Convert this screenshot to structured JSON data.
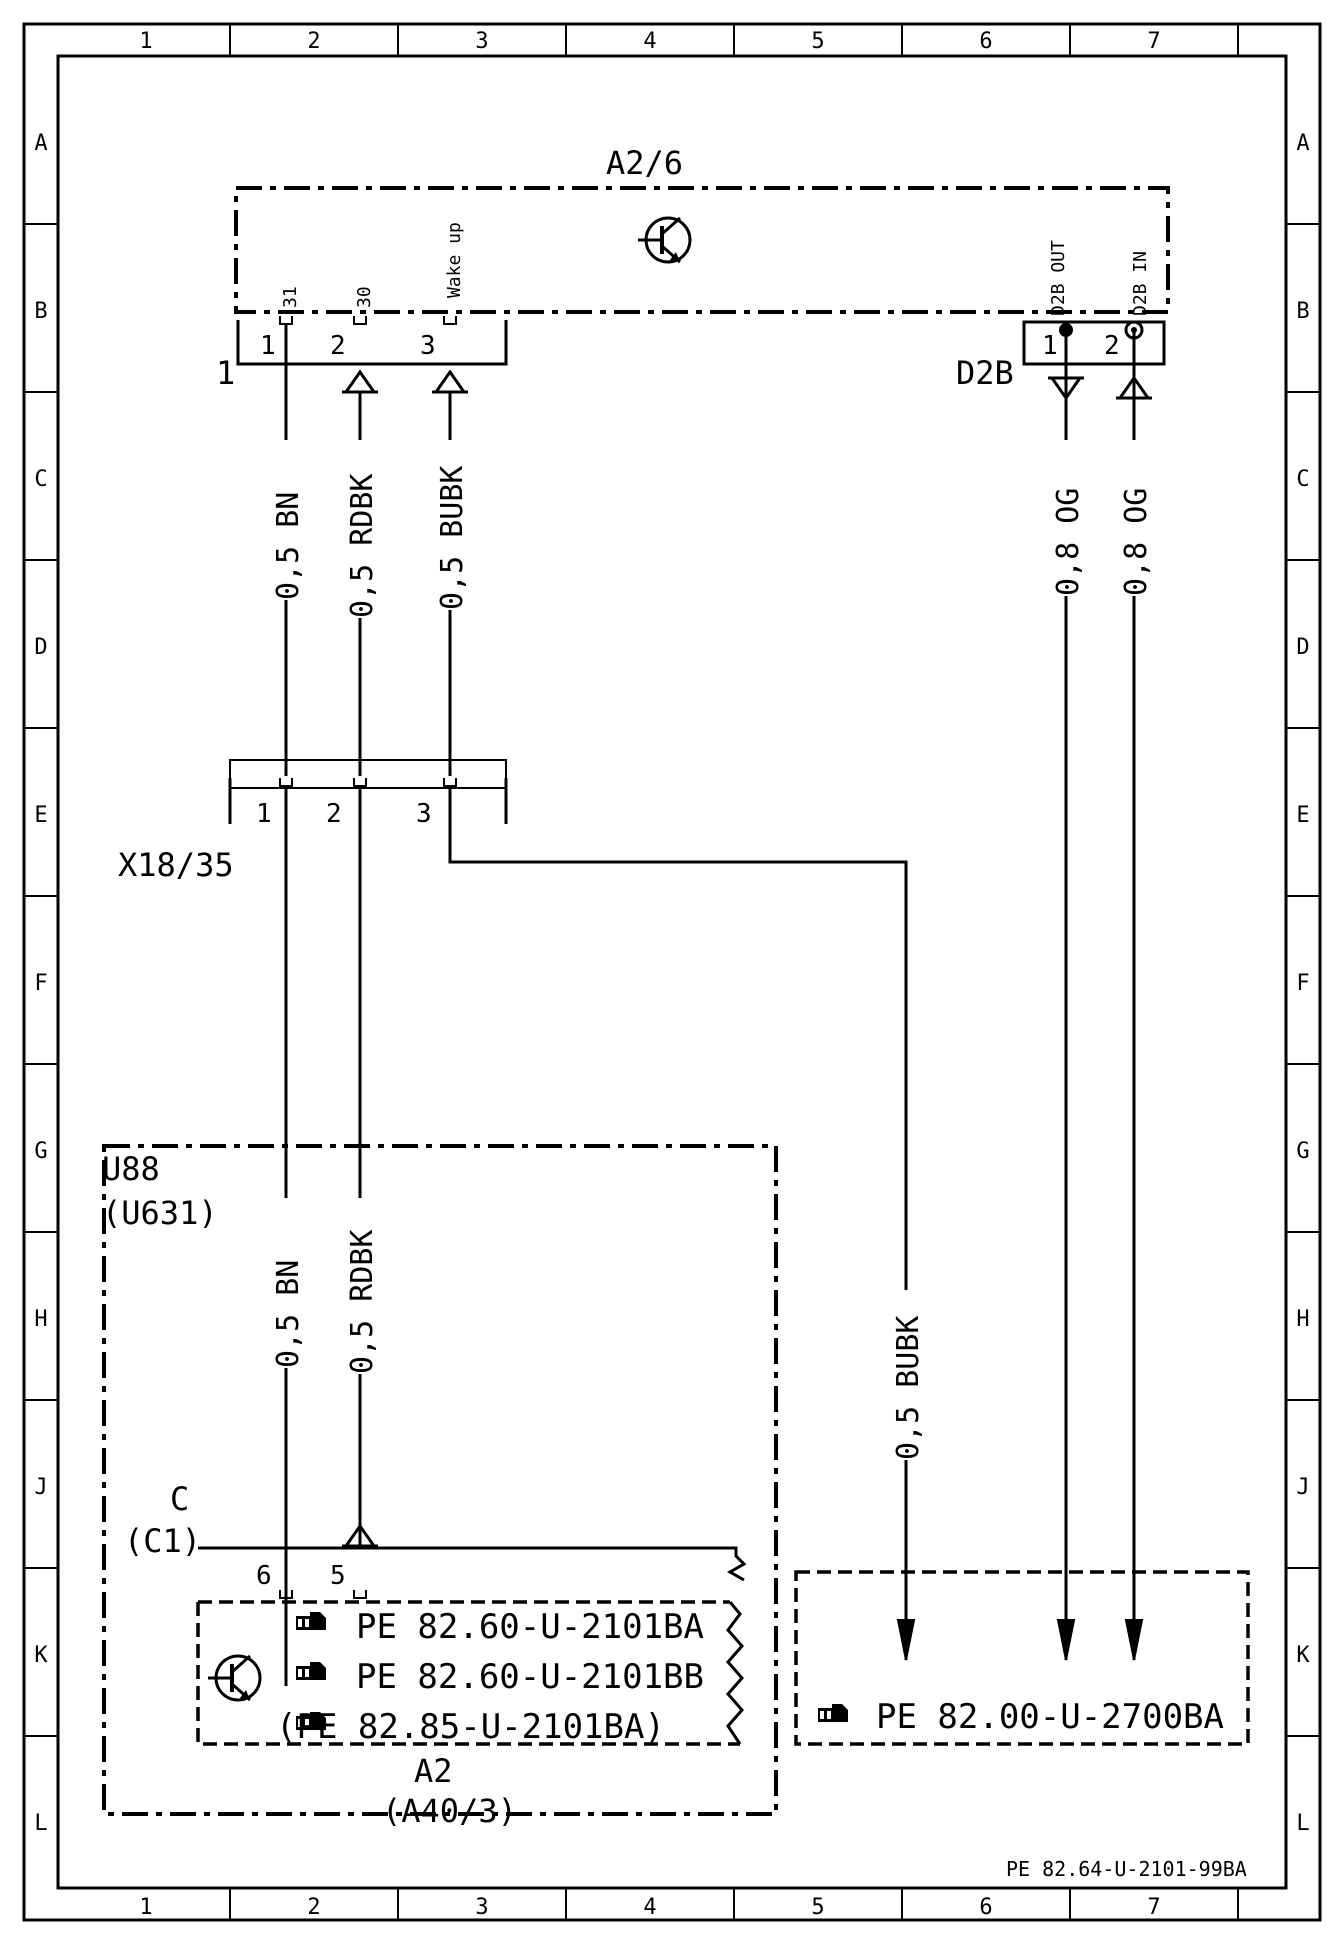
{
  "grid": {
    "columns": [
      "1",
      "2",
      "3",
      "4",
      "5",
      "6",
      "7"
    ],
    "rows": [
      "A",
      "B",
      "C",
      "D",
      "E",
      "F",
      "G",
      "H",
      "J",
      "K",
      "L"
    ]
  },
  "module_top": {
    "title": "A2/6",
    "pin_labels": [
      "31",
      "30",
      "Wake up"
    ],
    "connector_name": "1",
    "pins": [
      "1",
      "2",
      "3"
    ],
    "d2b_labels": [
      "D2B OUT",
      "D2B IN"
    ],
    "d2b_connector": "D2B",
    "d2b_pins": [
      "1",
      "2"
    ]
  },
  "wires_top": [
    "0,5 BN",
    "0,5 RDBK",
    "0,5 BUBK",
    "0,8 OG",
    "0,8 OG"
  ],
  "connector_mid": {
    "name": "X18/35",
    "pins": [
      "1",
      "2",
      "3"
    ]
  },
  "module_bottom": {
    "label_line1": "U88",
    "label_line2": "(U631)",
    "wires": [
      "0,5 BN",
      "0,5 RDBK"
    ],
    "connector_line1": "C",
    "connector_line2": "(C1)",
    "pins": [
      "6",
      "5"
    ],
    "refs": [
      "PE 82.60-U-2101BA",
      "PE 82.60-U-2101BB",
      "(PE 82.85-U-2101BA)"
    ],
    "name_line1": "A2",
    "name_line2": "(A40/3)"
  },
  "wire_right": "0,5 BUBK",
  "module_right": {
    "ref": "PE 82.00-U-2700BA"
  },
  "footer": "PE 82.64-U-2101-99BA"
}
